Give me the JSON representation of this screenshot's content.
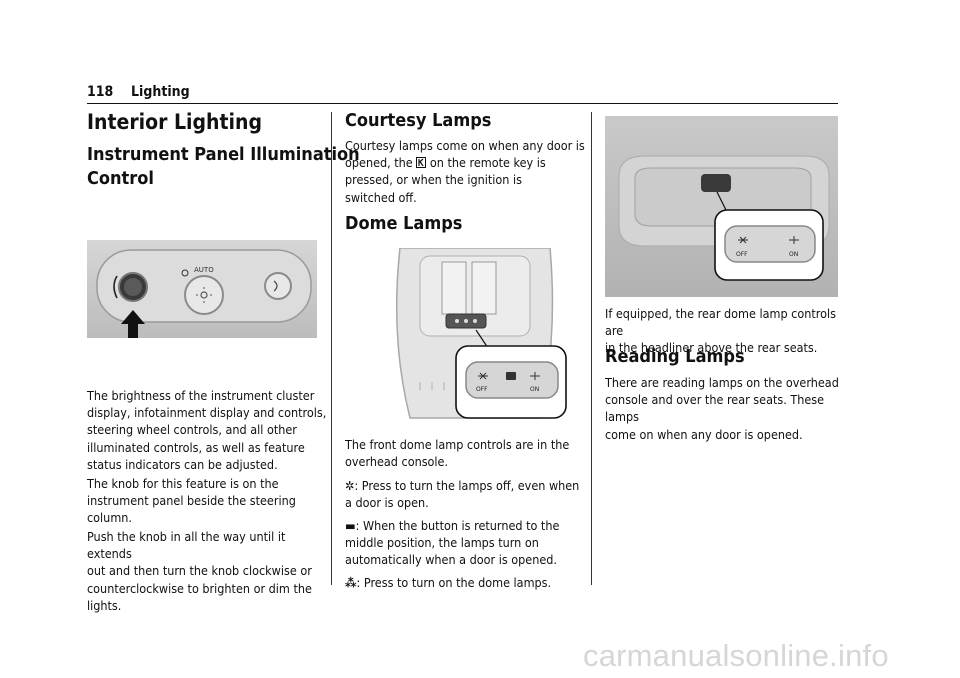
{
  "header": {
    "page_number": "118",
    "section": "Lighting"
  },
  "col1": {
    "title": "Interior Lighting",
    "subtitle_line1": "Instrument Panel Illumination",
    "subtitle_line2": "Control",
    "figure": {
      "label_auto": "AUTO"
    },
    "p1": [
      "The brightness of the instrument cluster",
      "display, infotainment display and controls,",
      "steering wheel controls, and all other",
      "illuminated controls, as well as feature",
      "status indicators can be adjusted."
    ],
    "p2": [
      "The knob for this feature is on the",
      "instrument panel beside the steering",
      "column."
    ],
    "p3": [
      "Push the knob in all the way until it extends",
      "out and then turn the knob clockwise or",
      "counterclockwise to brighten or dim the",
      "lights."
    ]
  },
  "col2": {
    "heading1": "Courtesy Lamps",
    "courtesy": {
      "line1": "Courtesy lamps come on when any door is",
      "line2a": "opened, the",
      "line2b": "on the remote key is",
      "line3": "pressed, or when the ignition is",
      "line4": "switched off."
    },
    "heading2": "Dome Lamps",
    "figure": {
      "off": "OFF",
      "on": "ON"
    },
    "p1": [
      "The front dome lamp controls are in the",
      "overhead console."
    ],
    "off_desc": [
      ": Press to turn the lamps off, even when",
      "a door is open."
    ],
    "door_desc": [
      ": When the button is returned to the",
      "middle position, the lamps turn on",
      "automatically when a door is opened."
    ],
    "on_desc": ": Press to turn on the dome lamps."
  },
  "col3": {
    "figure": {
      "off": "OFF",
      "on": "ON"
    },
    "p1": [
      "If equipped, the rear dome lamp controls are",
      "in the headliner above the rear seats."
    ],
    "heading": "Reading Lamps",
    "p2": [
      "There are reading lamps on the overhead",
      "console and over the rear seats. These lamps",
      "come on when any door is opened."
    ]
  },
  "footer": {
    "watermark": "carmanualsonline.info"
  }
}
